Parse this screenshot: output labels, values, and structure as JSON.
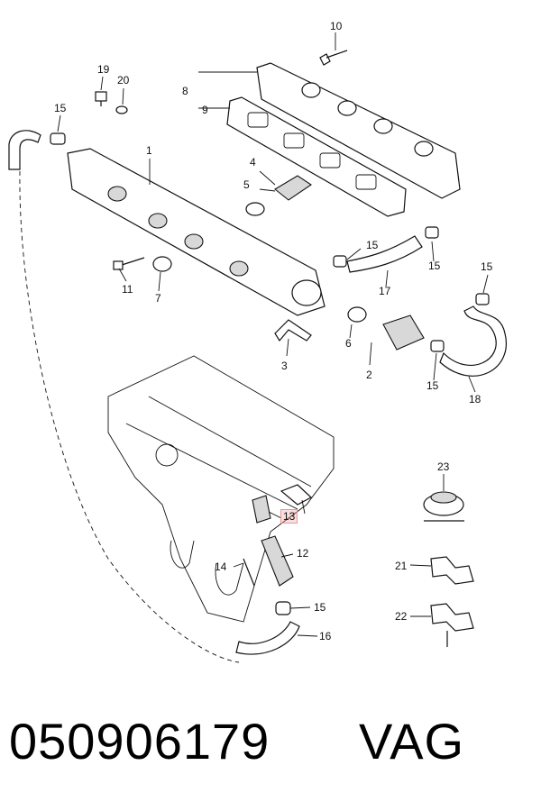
{
  "diagram": {
    "callouts": [
      {
        "id": "1",
        "label": "1"
      },
      {
        "id": "2",
        "label": "2"
      },
      {
        "id": "3",
        "label": "3"
      },
      {
        "id": "4",
        "label": "4"
      },
      {
        "id": "5",
        "label": "5"
      },
      {
        "id": "6",
        "label": "6"
      },
      {
        "id": "7",
        "label": "7"
      },
      {
        "id": "8",
        "label": "8"
      },
      {
        "id": "9",
        "label": "9"
      },
      {
        "id": "10",
        "label": "10"
      },
      {
        "id": "11",
        "label": "11"
      },
      {
        "id": "12",
        "label": "12"
      },
      {
        "id": "13",
        "label": "13",
        "highlighted": true
      },
      {
        "id": "14",
        "label": "14"
      },
      {
        "id": "15a",
        "label": "15"
      },
      {
        "id": "15b",
        "label": "15"
      },
      {
        "id": "15c",
        "label": "15"
      },
      {
        "id": "15d",
        "label": "15"
      },
      {
        "id": "15e",
        "label": "15"
      },
      {
        "id": "15f",
        "label": "15"
      },
      {
        "id": "16",
        "label": "16"
      },
      {
        "id": "17",
        "label": "17"
      },
      {
        "id": "18",
        "label": "18"
      },
      {
        "id": "19",
        "label": "19"
      },
      {
        "id": "20",
        "label": "20"
      },
      {
        "id": "21",
        "label": "21"
      },
      {
        "id": "22",
        "label": "22"
      },
      {
        "id": "23",
        "label": "23"
      }
    ],
    "highlight_color": "#e59a9a"
  },
  "caption": {
    "part_number": "050906179",
    "brand": "VAG"
  }
}
